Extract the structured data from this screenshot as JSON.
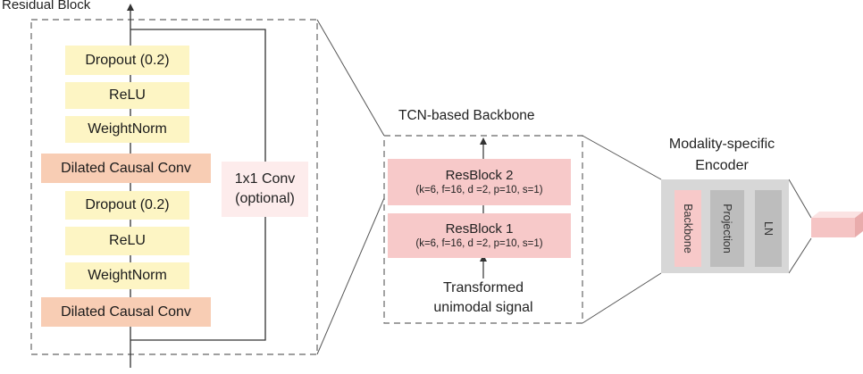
{
  "residual_block": {
    "title": "Residual Block",
    "layers": [
      {
        "label": "Dropout (0.2)",
        "kind": "dropout"
      },
      {
        "label": "ReLU",
        "kind": "relu"
      },
      {
        "label": "WeightNorm",
        "kind": "weightnorm"
      },
      {
        "label": "Dilated Causal Conv",
        "kind": "conv"
      },
      {
        "label": "Dropout (0.2)",
        "kind": "dropout"
      },
      {
        "label": "ReLU",
        "kind": "relu"
      },
      {
        "label": "WeightNorm",
        "kind": "weightnorm"
      },
      {
        "label": "Dilated Causal Conv",
        "kind": "conv"
      }
    ],
    "skip_line1": "1x1 Conv",
    "skip_line2": "(optional)"
  },
  "backbone": {
    "title": "TCN-based Backbone",
    "blocks": [
      {
        "name": "ResBlock 2",
        "params": "(k=6, f=16, d =2, p=10, s=1)"
      },
      {
        "name": "ResBlock 1",
        "params": "(k=6, f=16, d =2, p=10, s=1)"
      }
    ],
    "input_line1": "Transformed",
    "input_line2": "unimodal signal"
  },
  "encoder": {
    "title_line1": "Modality-specific",
    "title_line2": "Encoder",
    "parts": [
      "Backbone",
      "Projection",
      "LN"
    ]
  },
  "colors": {
    "layer_yellow": "#fdf5c4",
    "layer_orange": "#f8cdb4",
    "resblock_pink": "#f7c9c9",
    "encoder_gray": "#d7d7d7"
  }
}
